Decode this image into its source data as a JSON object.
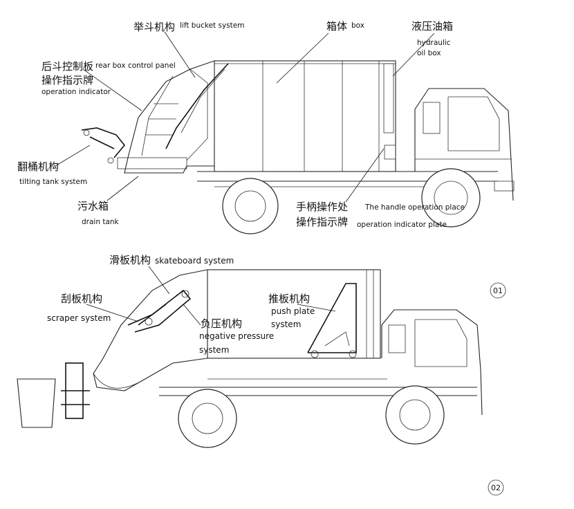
{
  "figure1": {
    "number": "01",
    "labels": {
      "lift_bucket_zh": "举斗机构",
      "lift_bucket_en": "lift bucket system",
      "box_zh": "箱体",
      "box_en": "box",
      "hydraulic_zh": "液压油箱",
      "hydraulic_en1": "hydraulic",
      "hydraulic_en2": "oil box",
      "rear_panel_zh": "后斗控制板",
      "rear_panel_en": "rear box control panel",
      "op_indicator_zh": "操作指示牌",
      "op_indicator_en": "operation indicator",
      "tilting_zh": "翻桶机构",
      "tilting_en": "tilting tank system",
      "drain_zh": "污水箱",
      "drain_en": "drain tank",
      "handle_zh1": "手柄操作处",
      "handle_zh2": "操作指示牌",
      "handle_en": "The handle operation place",
      "indicator_plate_en": "operation indicator plate"
    }
  },
  "figure2": {
    "number": "02",
    "labels": {
      "skateboard_zh": "滑板机构",
      "skateboard_en": "skateboard system",
      "scraper_zh": "刮板机构",
      "scraper_en": "scraper system",
      "negative_zh": "负压机构",
      "negative_en1": "negative pressure",
      "negative_en2": "system",
      "push_zh": "推板机构",
      "push_en1": "push plate",
      "push_en2": "system"
    }
  }
}
